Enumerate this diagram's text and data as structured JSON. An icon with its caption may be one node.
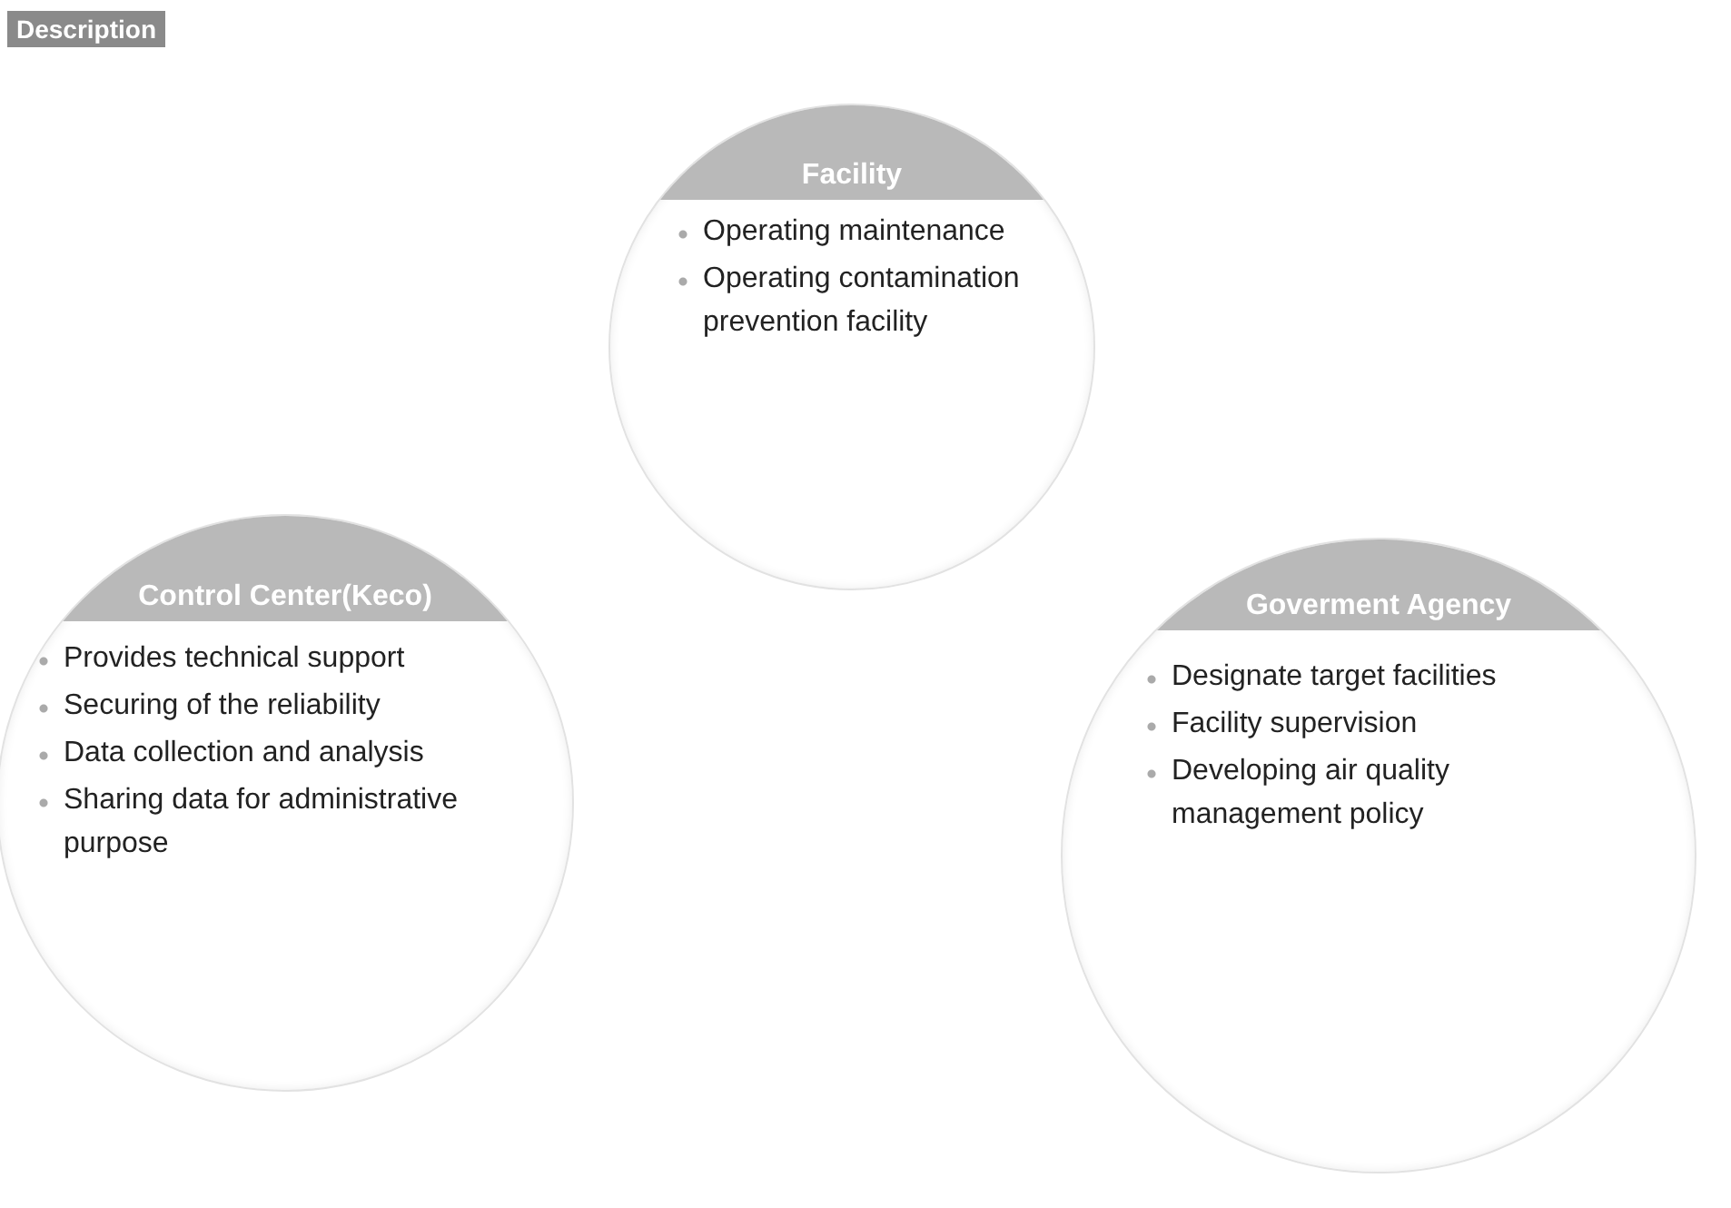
{
  "diagram": {
    "nodes": [
      {
        "text": [
          "Facility",
          "Operating maintenance",
          "Operating contamination prevention facility"
        ]
      },
      {
        "text": [
          "Control Center(Keco)",
          "Provides technical support",
          "Securing of the reliability",
          "Data collection and analysis",
          "Sharing data for administrative purpose"
        ]
      },
      {
        "text": [
          "Goverment Agency",
          "Designate target facilities",
          "Facility supervision",
          "Developing air quality management policy"
        ]
      }
    ],
    "labels": [
      "Description"
    ]
  }
}
